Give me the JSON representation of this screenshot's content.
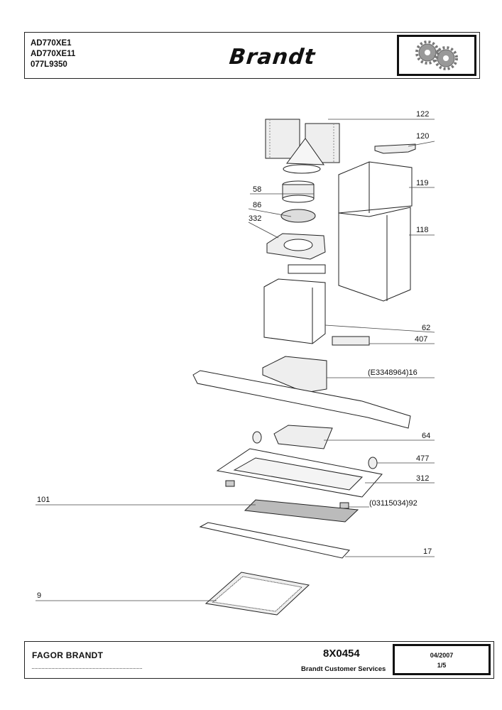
{
  "header": {
    "models": [
      "AD770XE1",
      "AD770XE11",
      "077L9350"
    ],
    "brand": "Brandt"
  },
  "parts": [
    {
      "ref": "122"
    },
    {
      "ref": "120"
    },
    {
      "ref": "119"
    },
    {
      "ref": "58"
    },
    {
      "ref": "118"
    },
    {
      "ref": "86"
    },
    {
      "ref": "332"
    },
    {
      "ref": "62"
    },
    {
      "ref": "407"
    },
    {
      "ref": "(E3348964)16"
    },
    {
      "ref": "64"
    },
    {
      "ref": "477"
    },
    {
      "ref": "312"
    },
    {
      "ref": "101"
    },
    {
      "ref": "(03115034)92"
    },
    {
      "ref": "17"
    },
    {
      "ref": "9"
    }
  ],
  "footer": {
    "company": "FAGOR BRANDT",
    "doc_number": "8X0454",
    "service": "Brandt Customer Services",
    "date": "04/2007",
    "page": "1/5"
  }
}
